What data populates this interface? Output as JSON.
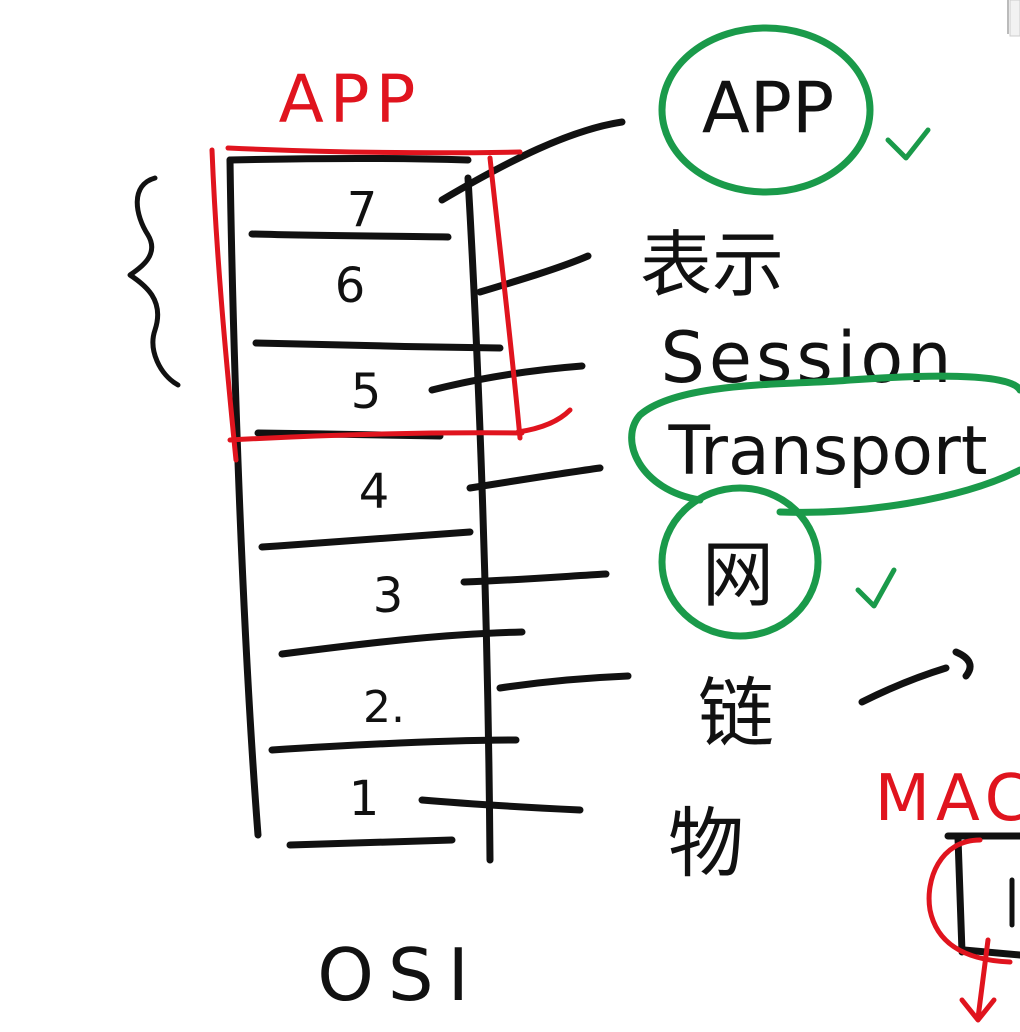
{
  "osi_label": "OSI",
  "app_group_label": "APP",
  "layers": [
    {
      "number": "7",
      "name": "APP",
      "circled": true,
      "checked": true
    },
    {
      "number": "6",
      "name": "表示",
      "circled": false,
      "checked": false
    },
    {
      "number": "5",
      "name": "Session",
      "circled": false,
      "checked": false
    },
    {
      "number": "4",
      "name": "Transport",
      "circled": true,
      "checked": false
    },
    {
      "number": "3",
      "name": "网",
      "circled": true,
      "checked": true
    },
    {
      "number": "2.",
      "name": "链",
      "circled": false,
      "checked": false
    },
    {
      "number": "1",
      "name": "物",
      "circled": false,
      "checked": false
    }
  ],
  "mac_label": "MAC",
  "colors": {
    "ink": "#111111",
    "red": "#e0141e",
    "green": "#1a9a4a"
  }
}
